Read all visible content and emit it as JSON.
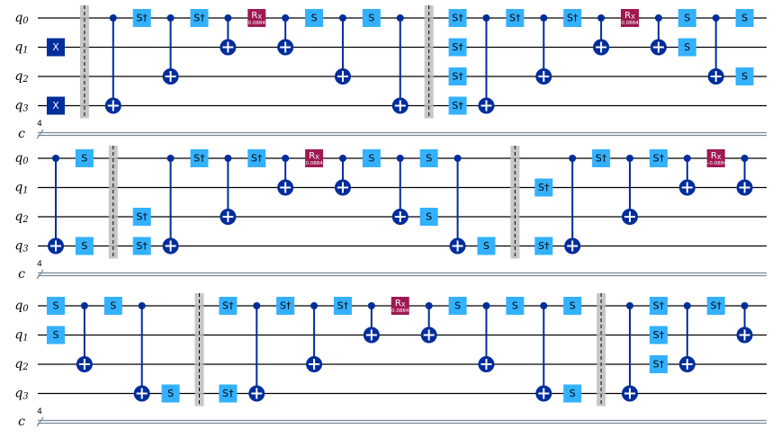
{
  "labels": {
    "qubits": [
      "0",
      "1",
      "2",
      "3"
    ],
    "classical": "c",
    "classical_count": "4"
  },
  "gate_text": {
    "S": "S",
    "Sdg": "S†",
    "X": "X",
    "RX": "R",
    "RX_sub": "X"
  },
  "colors": {
    "wire": "#000000",
    "classical": "#778899",
    "cnot": "#002d9c",
    "x_gate": "#002d9c",
    "s_gate": "#33b1ff",
    "rx_gate": "#9f1853",
    "barrier": "#bdbdbd"
  },
  "rows": [
    {
      "gates": [
        {
          "t": "X",
          "q": 1,
          "c": 0
        },
        {
          "t": "X",
          "q": 3,
          "c": 0
        },
        {
          "t": "barrier",
          "c": 1
        },
        {
          "t": "cx",
          "ctrl": 0,
          "tgt": 3,
          "c": 2
        },
        {
          "t": "Sdg",
          "q": 0,
          "c": 3
        },
        {
          "t": "cx",
          "ctrl": 0,
          "tgt": 2,
          "c": 4
        },
        {
          "t": "Sdg",
          "q": 0,
          "c": 5
        },
        {
          "t": "cx",
          "ctrl": 0,
          "tgt": 1,
          "c": 6
        },
        {
          "t": "RX",
          "q": 0,
          "c": 7,
          "p": "0.0884"
        },
        {
          "t": "cx",
          "ctrl": 0,
          "tgt": 1,
          "c": 8
        },
        {
          "t": "S",
          "q": 0,
          "c": 9
        },
        {
          "t": "cx",
          "ctrl": 0,
          "tgt": 2,
          "c": 10
        },
        {
          "t": "S",
          "q": 0,
          "c": 11
        },
        {
          "t": "cx",
          "ctrl": 0,
          "tgt": 3,
          "c": 12
        },
        {
          "t": "barrier",
          "c": 13
        },
        {
          "t": "Sdg",
          "q": 0,
          "c": 14
        },
        {
          "t": "Sdg",
          "q": 1,
          "c": 14
        },
        {
          "t": "Sdg",
          "q": 2,
          "c": 14
        },
        {
          "t": "Sdg",
          "q": 3,
          "c": 14
        },
        {
          "t": "cx",
          "ctrl": 0,
          "tgt": 3,
          "c": 15
        },
        {
          "t": "Sdg",
          "q": 0,
          "c": 16
        },
        {
          "t": "cx",
          "ctrl": 0,
          "tgt": 2,
          "c": 17
        },
        {
          "t": "Sdg",
          "q": 0,
          "c": 18
        },
        {
          "t": "cx",
          "ctrl": 0,
          "tgt": 1,
          "c": 19
        },
        {
          "t": "RX",
          "q": 0,
          "c": 20,
          "p": "0.0884"
        },
        {
          "t": "cx",
          "ctrl": 0,
          "tgt": 1,
          "c": 21
        },
        {
          "t": "S",
          "q": 0,
          "c": 22
        },
        {
          "t": "S",
          "q": 1,
          "c": 22
        },
        {
          "t": "cx",
          "ctrl": 0,
          "tgt": 2,
          "c": 23
        },
        {
          "t": "S",
          "q": 0,
          "c": 24
        },
        {
          "t": "S",
          "q": 2,
          "c": 24
        }
      ]
    },
    {
      "gates": [
        {
          "t": "cx",
          "ctrl": 0,
          "tgt": 3,
          "c": 0
        },
        {
          "t": "S",
          "q": 0,
          "c": 1
        },
        {
          "t": "S",
          "q": 3,
          "c": 1
        },
        {
          "t": "barrier",
          "c": 2
        },
        {
          "t": "Sdg",
          "q": 2,
          "c": 3
        },
        {
          "t": "Sdg",
          "q": 3,
          "c": 3
        },
        {
          "t": "cx",
          "ctrl": 0,
          "tgt": 3,
          "c": 4
        },
        {
          "t": "Sdg",
          "q": 0,
          "c": 5
        },
        {
          "t": "cx",
          "ctrl": 0,
          "tgt": 2,
          "c": 6
        },
        {
          "t": "Sdg",
          "q": 0,
          "c": 7
        },
        {
          "t": "cx",
          "ctrl": 0,
          "tgt": 1,
          "c": 8
        },
        {
          "t": "RX",
          "q": 0,
          "c": 9,
          "p": "0.0884"
        },
        {
          "t": "cx",
          "ctrl": 0,
          "tgt": 1,
          "c": 10
        },
        {
          "t": "S",
          "q": 0,
          "c": 11
        },
        {
          "t": "cx",
          "ctrl": 0,
          "tgt": 2,
          "c": 12
        },
        {
          "t": "S",
          "q": 0,
          "c": 13
        },
        {
          "t": "S",
          "q": 2,
          "c": 13
        },
        {
          "t": "cx",
          "ctrl": 0,
          "tgt": 3,
          "c": 14
        },
        {
          "t": "S",
          "q": 3,
          "c": 15
        },
        {
          "t": "barrier",
          "c": 16
        },
        {
          "t": "Sdg",
          "q": 1,
          "c": 17
        },
        {
          "t": "Sdg",
          "q": 3,
          "c": 17
        },
        {
          "t": "cx",
          "ctrl": 0,
          "tgt": 3,
          "c": 18
        },
        {
          "t": "Sdg",
          "q": 0,
          "c": 19
        },
        {
          "t": "cx",
          "ctrl": 0,
          "tgt": 2,
          "c": 20
        },
        {
          "t": "Sdg",
          "q": 0,
          "c": 21
        },
        {
          "t": "cx",
          "ctrl": 0,
          "tgt": 1,
          "c": 22
        },
        {
          "t": "RX",
          "q": 0,
          "c": 23,
          "p": "−0.0884"
        },
        {
          "t": "cx",
          "ctrl": 0,
          "tgt": 1,
          "c": 24
        }
      ]
    },
    {
      "gates": [
        {
          "t": "S",
          "q": 0,
          "c": 0
        },
        {
          "t": "S",
          "q": 1,
          "c": 0
        },
        {
          "t": "cx",
          "ctrl": 0,
          "tgt": 2,
          "c": 1
        },
        {
          "t": "S",
          "q": 0,
          "c": 2
        },
        {
          "t": "cx",
          "ctrl": 0,
          "tgt": 3,
          "c": 3
        },
        {
          "t": "S",
          "q": 3,
          "c": 4
        },
        {
          "t": "barrier",
          "c": 5
        },
        {
          "t": "Sdg",
          "q": 0,
          "c": 6
        },
        {
          "t": "Sdg",
          "q": 3,
          "c": 6
        },
        {
          "t": "cx",
          "ctrl": 0,
          "tgt": 3,
          "c": 7
        },
        {
          "t": "Sdg",
          "q": 0,
          "c": 8
        },
        {
          "t": "cx",
          "ctrl": 0,
          "tgt": 2,
          "c": 9
        },
        {
          "t": "Sdg",
          "q": 0,
          "c": 10
        },
        {
          "t": "cx",
          "ctrl": 0,
          "tgt": 1,
          "c": 11
        },
        {
          "t": "RX",
          "q": 0,
          "c": 12,
          "p": "0.0884"
        },
        {
          "t": "cx",
          "ctrl": 0,
          "tgt": 1,
          "c": 13
        },
        {
          "t": "S",
          "q": 0,
          "c": 14
        },
        {
          "t": "cx",
          "ctrl": 0,
          "tgt": 2,
          "c": 15
        },
        {
          "t": "S",
          "q": 0,
          "c": 16
        },
        {
          "t": "cx",
          "ctrl": 0,
          "tgt": 3,
          "c": 17
        },
        {
          "t": "S",
          "q": 0,
          "c": 18
        },
        {
          "t": "S",
          "q": 3,
          "c": 18
        },
        {
          "t": "barrier",
          "c": 19
        },
        {
          "t": "cx",
          "ctrl": 0,
          "tgt": 3,
          "c": 20
        },
        {
          "t": "Sdg",
          "q": 0,
          "c": 21
        },
        {
          "t": "Sdg",
          "q": 1,
          "c": 21
        },
        {
          "t": "Sdg",
          "q": 2,
          "c": 21
        },
        {
          "t": "cx",
          "ctrl": 0,
          "tgt": 2,
          "c": 22
        },
        {
          "t": "Sdg",
          "q": 0,
          "c": 23
        },
        {
          "t": "cx",
          "ctrl": 0,
          "tgt": 1,
          "c": 24
        }
      ]
    }
  ]
}
